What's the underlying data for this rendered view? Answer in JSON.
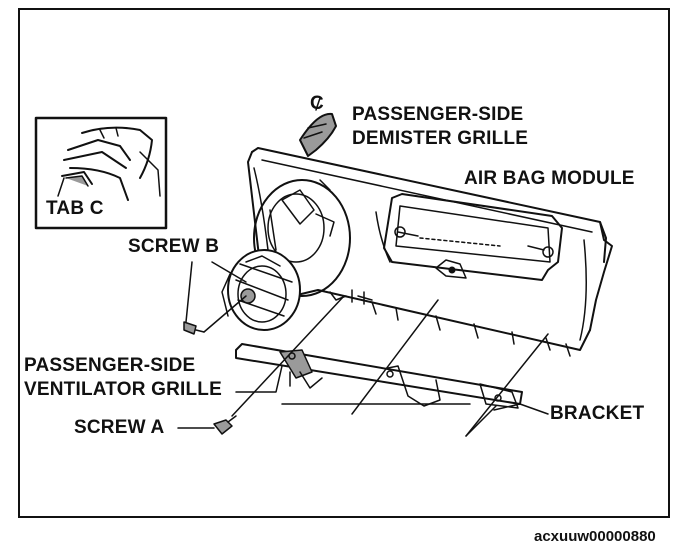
{
  "labels": {
    "callout_c": "C",
    "demister_line1": "PASSENGER-SIDE",
    "demister_line2": "DEMISTER GRILLE",
    "air_bag_module": "AIR BAG MODULE",
    "tab_c": "TAB C",
    "screw_b": "SCREW B",
    "ventilator_line1": "PASSENGER-SIDE",
    "ventilator_line2": "VENTILATOR GRILLE",
    "screw_a": "SCREW A",
    "bracket": "BRACKET"
  },
  "figure_code": "acxuuw00000880",
  "colors": {
    "ink": "#111111",
    "shade": "#9a9a9a",
    "paper": "#ffffff"
  }
}
